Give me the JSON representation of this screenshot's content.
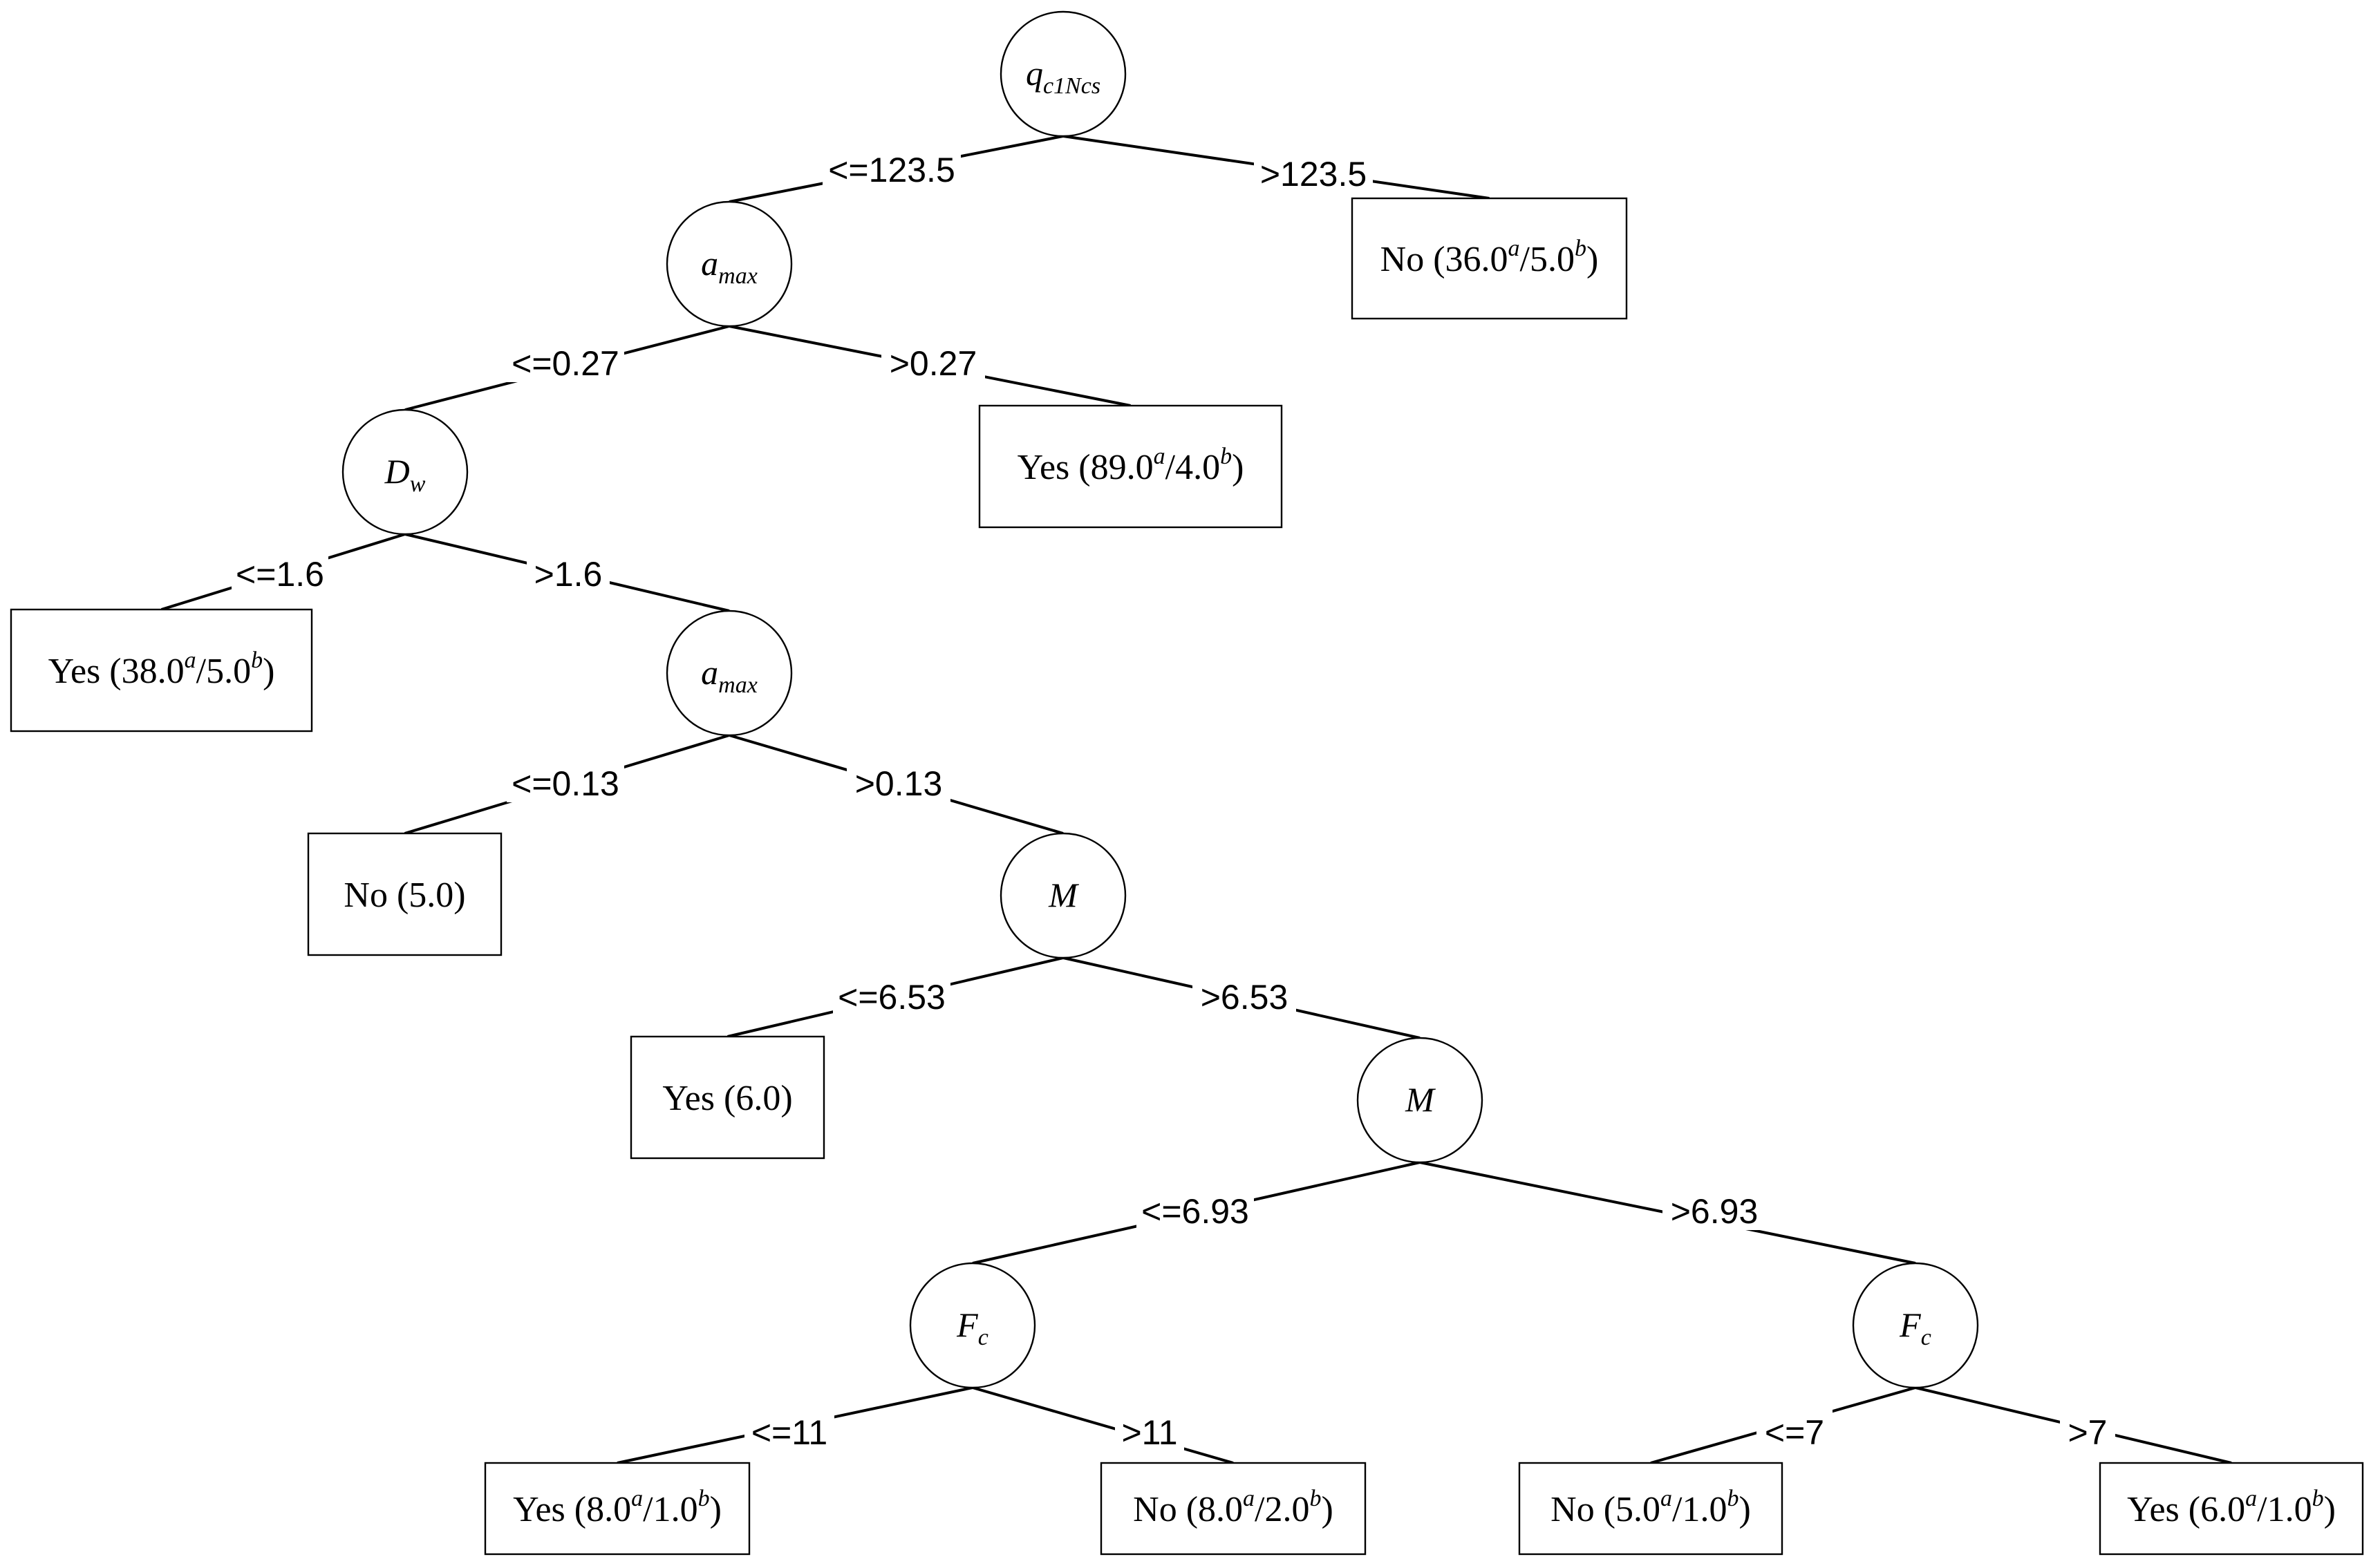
{
  "nodes": {
    "n1": {
      "main": "q",
      "sub": "c1Ncs"
    },
    "n2": {
      "main": "a",
      "sub": "max"
    },
    "n3": {
      "main": "D",
      "sub": "w"
    },
    "n4": {
      "main": "a",
      "sub": "max"
    },
    "n5": {
      "main": "M",
      "sub": ""
    },
    "n6": {
      "main": "M",
      "sub": ""
    },
    "n7": {
      "main": "F",
      "sub": "c"
    },
    "n8": {
      "main": "F",
      "sub": "c"
    }
  },
  "leaves": {
    "l1": {
      "cls": "No",
      "a": "36.0",
      "b": "5.0"
    },
    "l2": {
      "cls": "Yes",
      "a": "89.0",
      "b": "4.0"
    },
    "l3": {
      "cls": "Yes",
      "a": "38.0",
      "b": "5.0"
    },
    "l4": {
      "cls": "No",
      "a": "5.0",
      "b": ""
    },
    "l5": {
      "cls": "Yes",
      "a": "6.0",
      "b": ""
    },
    "l6": {
      "cls": "Yes",
      "a": "8.0",
      "b": "1.0"
    },
    "l7": {
      "cls": "No",
      "a": "8.0",
      "b": "2.0"
    },
    "l8": {
      "cls": "No",
      "a": "5.0",
      "b": "1.0"
    },
    "l9": {
      "cls": "Yes",
      "a": "6.0",
      "b": "1.0"
    }
  },
  "edges": {
    "n1_l": "<=123.5",
    "n1_r": ">123.5",
    "n2_l": "<=0.27",
    "n2_r": ">0.27",
    "n3_l": "<=1.6",
    "n3_r": ">1.6",
    "n4_l": "<=0.13",
    "n4_r": ">0.13",
    "n5_l": "<=6.53",
    "n5_r": ">6.53",
    "n6_l": "<=6.93",
    "n6_r": ">6.93",
    "n7_l": "<=11",
    "n7_r": ">11",
    "n8_l": "<=7",
    "n8_r": ">7"
  },
  "superscripts": {
    "a": "a",
    "b": "b"
  }
}
